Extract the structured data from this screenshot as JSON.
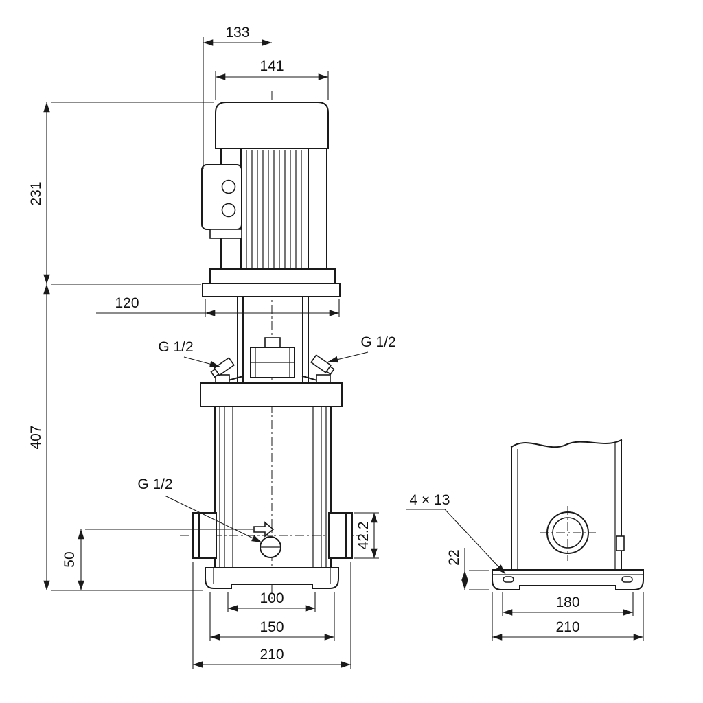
{
  "page": {
    "background": "#ffffff",
    "line_color": "#1a1a1a"
  },
  "drawing": {
    "labels": {
      "dim_fan_cover_offset": "133",
      "dim_motor_width": "141",
      "dim_motor_height": "231",
      "dim_coupling_width": "120",
      "dim_pump_height": "407",
      "dim_drain_height": "50",
      "dim_port_flange": "42.2",
      "dim_base_inner_width": "100",
      "dim_base_mid_width": "150",
      "dim_base_width_front": "210",
      "dim_base_plate_height": "22",
      "dim_base_bolt_spacing": "180",
      "dim_base_width_side": "210",
      "bolt_holes": "4 × 13",
      "g_thread_head_left": "G 1/2",
      "g_thread_head_right": "G 1/2",
      "g_thread_drain": "G 1/2"
    }
  }
}
